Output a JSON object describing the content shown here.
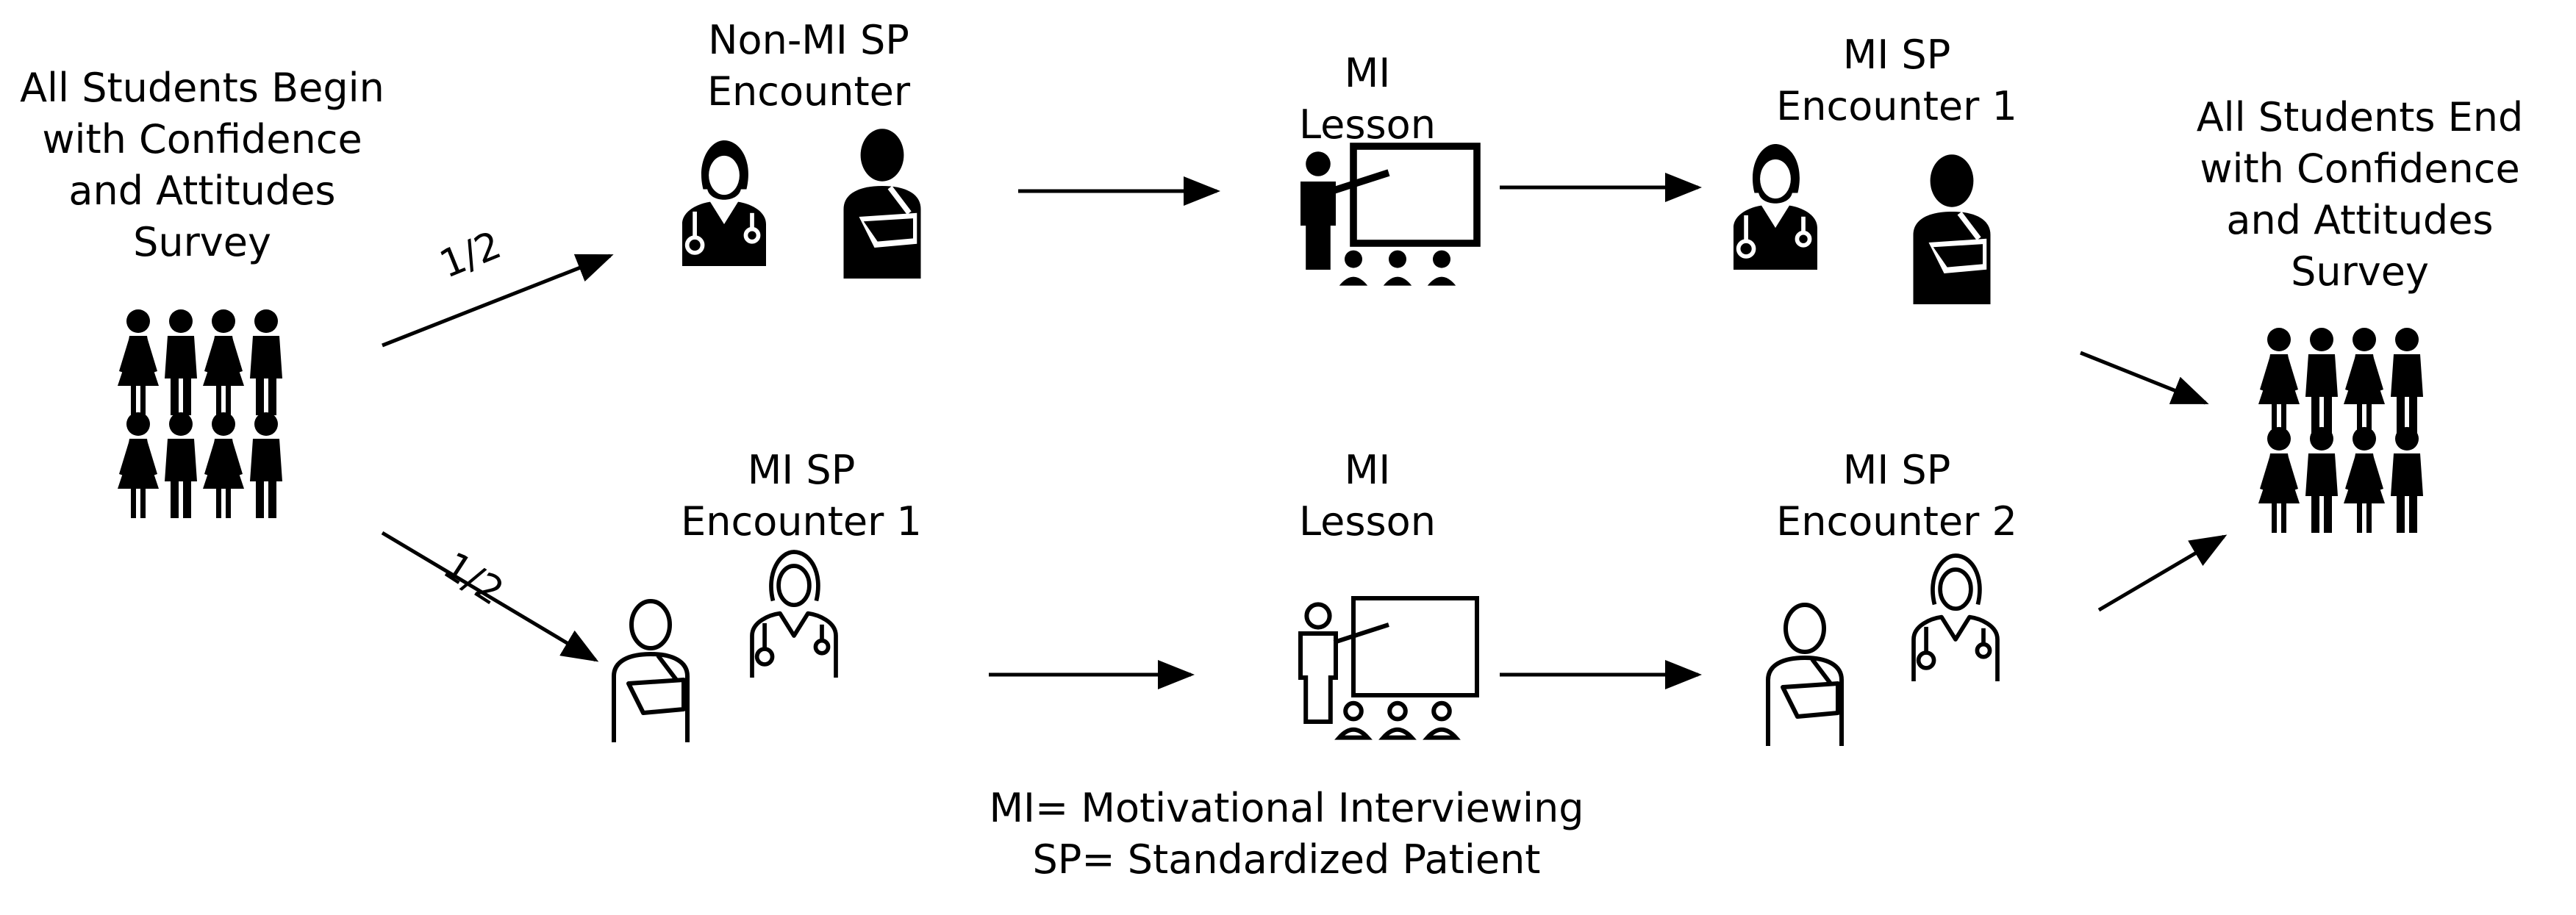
{
  "start": {
    "lines": [
      "All Students Begin",
      "with Confidence",
      "and Attitudes",
      "Survey"
    ]
  },
  "end": {
    "lines": [
      "All Students End",
      "with Confidence",
      "and Attitudes",
      "Survey"
    ]
  },
  "split": {
    "top_fraction": "1/2",
    "bottom_fraction": "1/2"
  },
  "top_path": {
    "step1": [
      "Non-MI SP",
      "Encounter"
    ],
    "step2": [
      "MI",
      "Lesson"
    ],
    "step3": [
      "MI SP",
      "Encounter 1"
    ]
  },
  "bottom_path": {
    "step1": [
      "MI SP",
      "Encounter 1"
    ],
    "step2": [
      "MI",
      "Lesson"
    ],
    "step3": [
      "MI SP",
      "Encounter 2"
    ]
  },
  "legend": {
    "mi": "MI= Motivational Interviewing",
    "sp": "SP= Standardized Patient"
  }
}
